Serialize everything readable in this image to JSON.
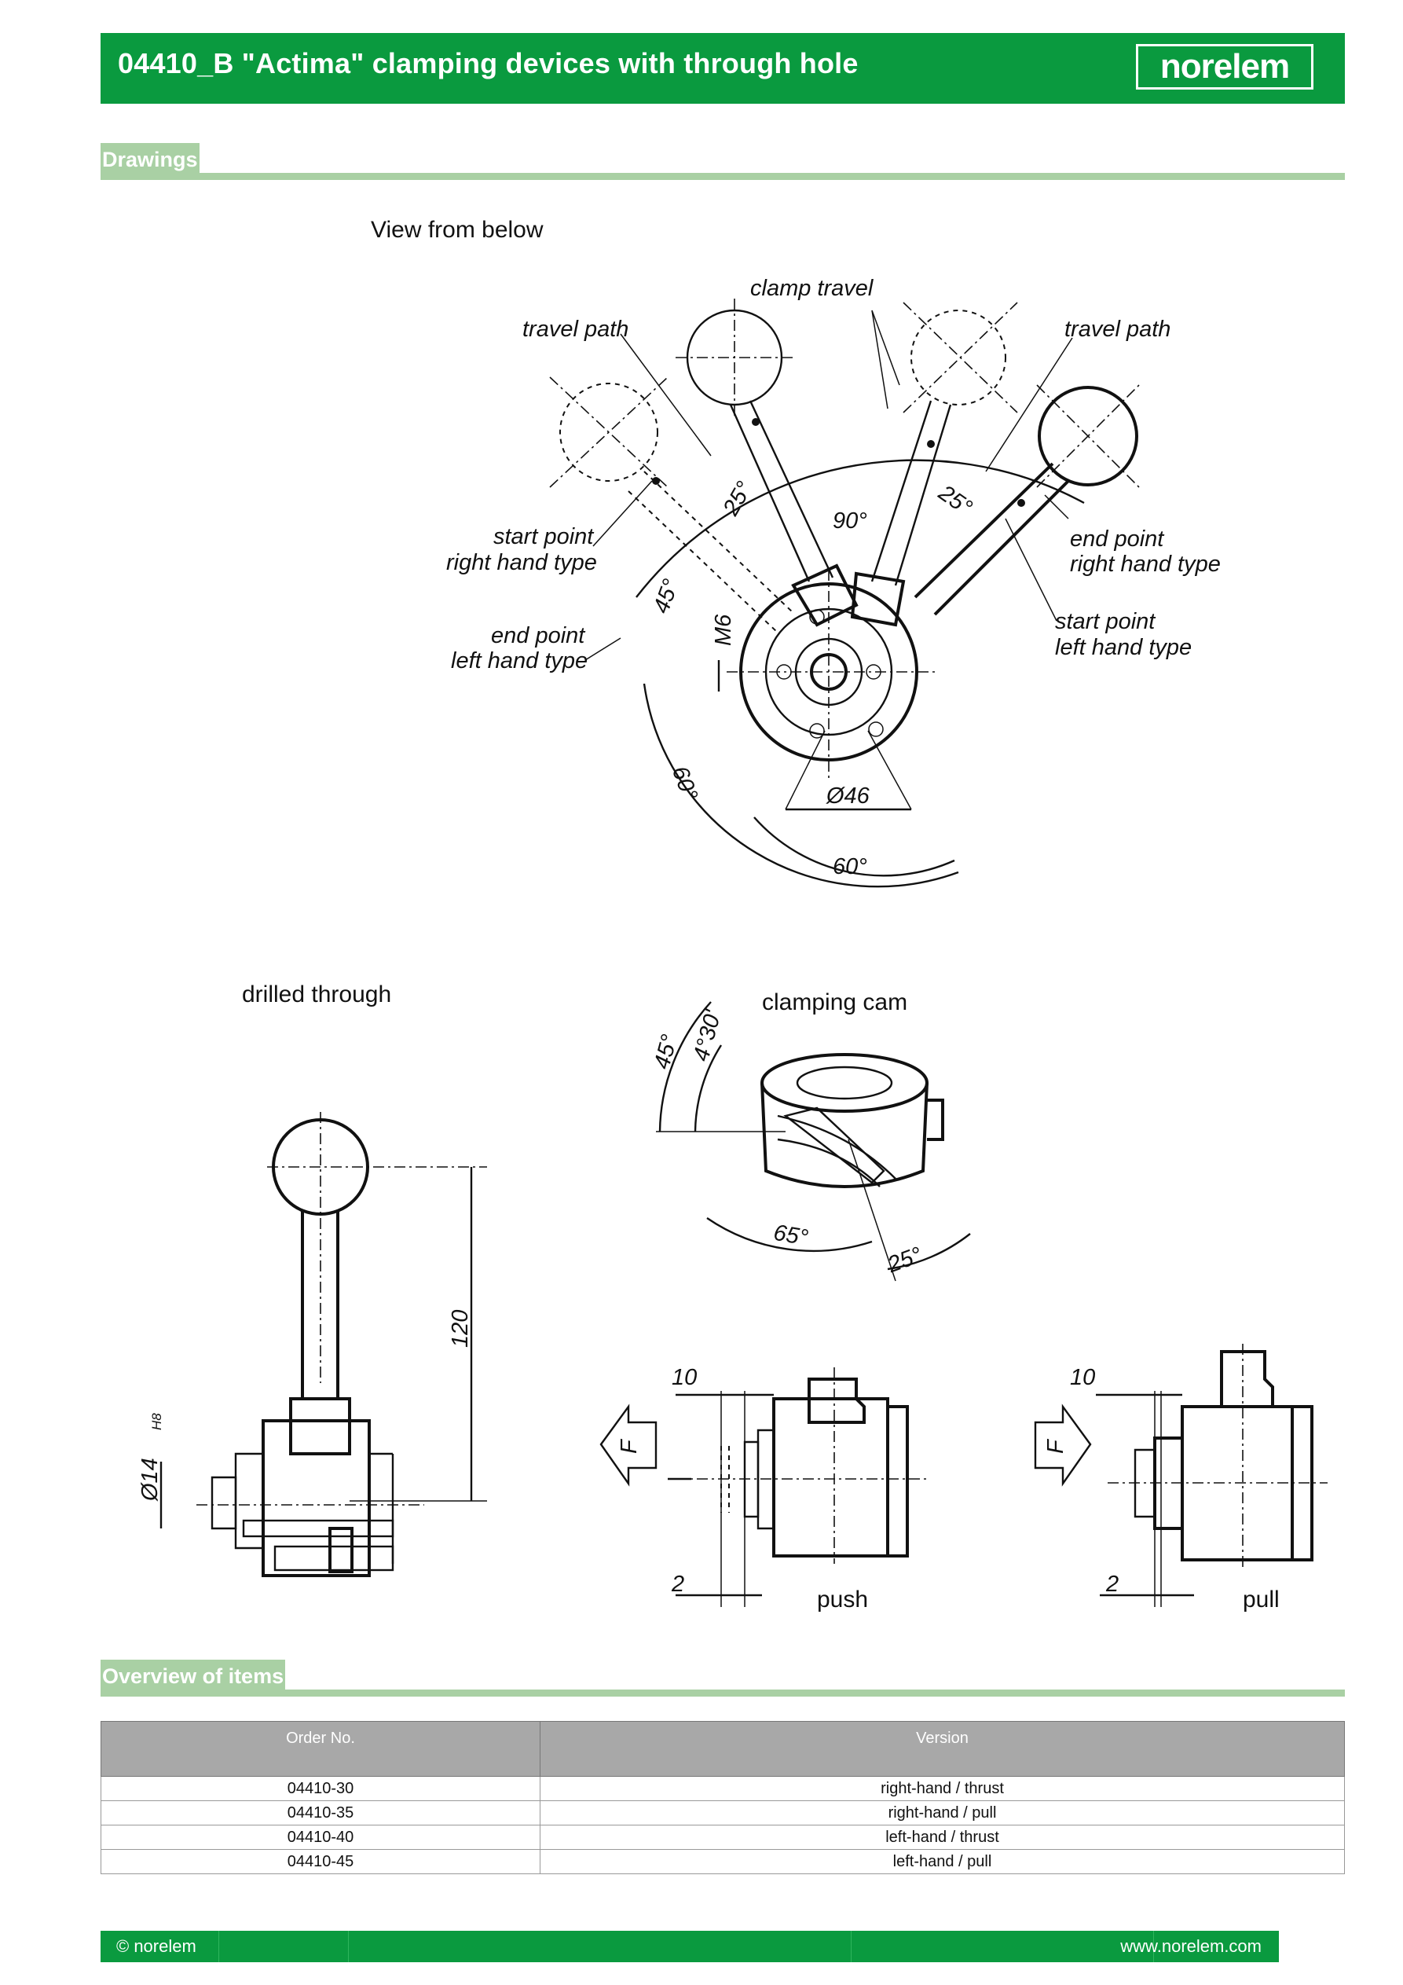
{
  "header": {
    "title": "04410_B \"Actima\" clamping devices with through hole",
    "logo": "norelem",
    "color": "#0a9a3f"
  },
  "sections": {
    "drawings": "Drawings",
    "overview": "Overview of items"
  },
  "drawing": {
    "view_from_below": "View from below",
    "clamp_travel": "clamp travel",
    "travel_path_left": "travel path",
    "travel_path_right": "travel path",
    "start_point_rh_1": "start point",
    "start_point_rh_2": "right hand type",
    "end_point_lh_1": "end point",
    "end_point_lh_2": "left hand type",
    "end_point_rh_1": "end point",
    "end_point_rh_2": "right hand type",
    "start_point_lh_1": "start point",
    "start_point_lh_2": "left hand type",
    "angle_25_left": "25°",
    "angle_25_right": "25°",
    "angle_90": "90°",
    "angle_45": "45°",
    "m6": "M6",
    "angle_60_left": "60°",
    "dia_46": "Ø46",
    "angle_60_bottom": "60°",
    "drilled_through": "drilled through",
    "clamping_cam": "clamping cam",
    "cam_45": "45°",
    "cam_4_30": "4°30'",
    "cam_65": "65°",
    "cam_25": "25°",
    "dim_120": "120",
    "dia_14": "Ø14",
    "dia_14_tol": "H8",
    "push_10": "10",
    "push_2": "2",
    "push_label": "push",
    "pull_10": "10",
    "pull_2": "2",
    "pull_label": "pull",
    "force_push": "F",
    "force_pull": "F"
  },
  "table": {
    "headers": [
      "Order No.",
      "Version"
    ],
    "rows": [
      [
        "04410-30",
        "right-hand / thrust"
      ],
      [
        "04410-35",
        "right-hand / pull"
      ],
      [
        "04410-40",
        "left-hand / thrust"
      ],
      [
        "04410-45",
        "left-hand / pull"
      ]
    ]
  },
  "footer": {
    "left": "© norelem",
    "right": "www.norelem.com"
  }
}
